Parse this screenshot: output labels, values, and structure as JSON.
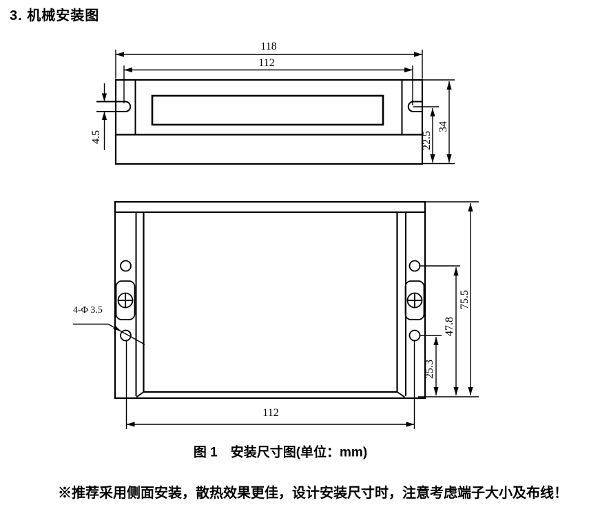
{
  "title": "3. 机械安装图",
  "top_view": {
    "dim_total_width": "118",
    "dim_mount_span": "112",
    "dim_slot_width": "4.5",
    "dim_slot_center_to_base": "22.5",
    "dim_total_height": "34"
  },
  "front_view": {
    "hole_callout": "4-Φ 3.5",
    "dim_mount_span": "112",
    "dim_hole_top": "75.5",
    "dim_hole_mid": "47.8",
    "dim_hole_bottom": "25.3"
  },
  "caption": "图 1　安装尺寸图(单位：mm)",
  "note": "※推荐采用侧面安装，散热效果更佳，设计安装尺寸时，注意考虑端子大小及布线！",
  "colors": {
    "line": "#000000",
    "background": "#ffffff"
  }
}
